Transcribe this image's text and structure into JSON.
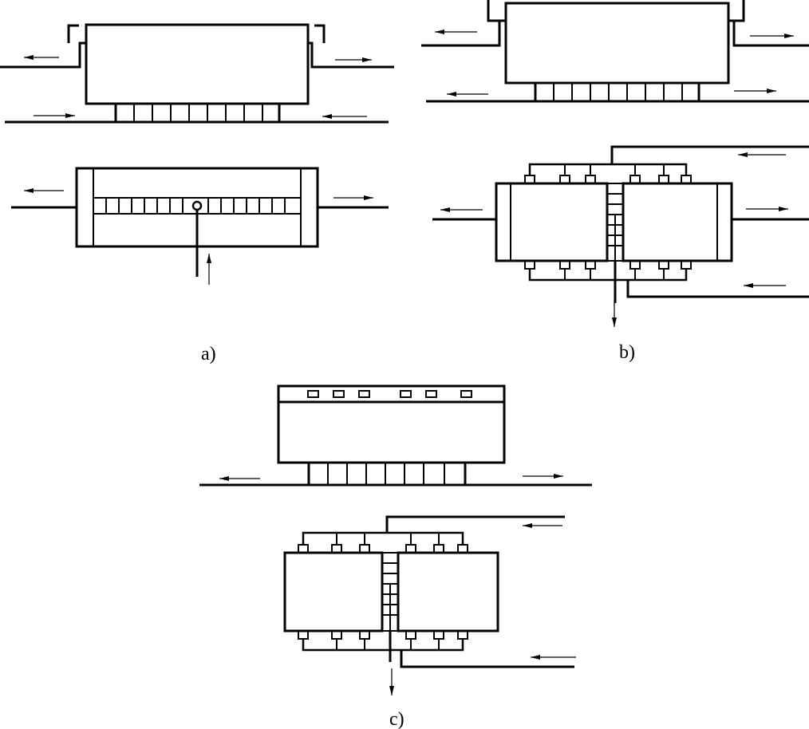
{
  "colors": {
    "ink": "#000000",
    "background": "#ffffff"
  },
  "panels": [
    {
      "id": "a",
      "label": "a)"
    },
    {
      "id": "b",
      "label": "b)"
    },
    {
      "id": "c",
      "label": "c)"
    }
  ]
}
